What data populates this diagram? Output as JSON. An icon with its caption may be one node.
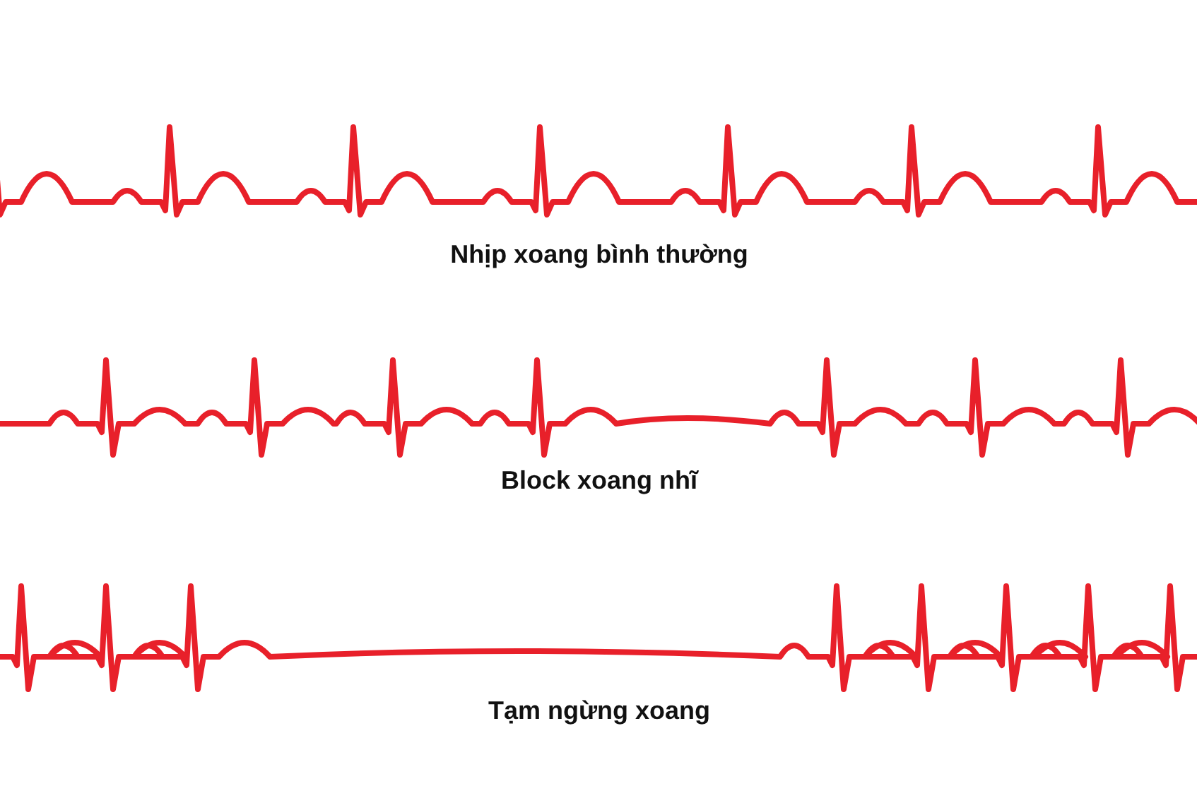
{
  "diagram": {
    "labels": [
      "Nhịp xoang bình thường",
      "Block xoang nhĩ",
      "Tạm ngừng xoang"
    ]
  }
}
